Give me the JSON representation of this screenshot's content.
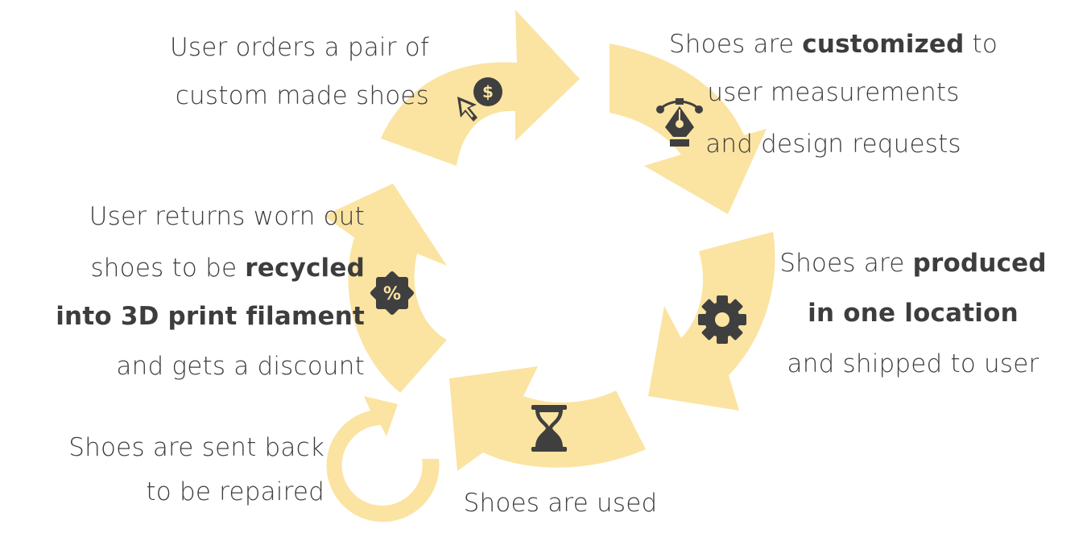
{
  "theme": {
    "arrow_color": "#fbe3a1",
    "icon_color": "#3f3f3f",
    "text_color": "#3d3d3d"
  },
  "steps": [
    {
      "id": "order",
      "icon": "dollar-cursor-icon",
      "lines": [
        [
          {
            "text": "User orders a pair of",
            "bold": false
          }
        ],
        [
          {
            "text": "custom made shoes",
            "bold": false
          }
        ]
      ]
    },
    {
      "id": "customize",
      "icon": "pen-tool-icon",
      "lines": [
        [
          {
            "text": "Shoes are ",
            "bold": false
          },
          {
            "text": "customized",
            "bold": true
          },
          {
            "text": " to",
            "bold": false
          }
        ],
        [
          {
            "text": "user measurements",
            "bold": false
          }
        ],
        [
          {
            "text": "and design requests",
            "bold": false
          }
        ]
      ]
    },
    {
      "id": "produce",
      "icon": "gear-icon",
      "lines": [
        [
          {
            "text": "Shoes are ",
            "bold": false
          },
          {
            "text": "produced",
            "bold": true
          }
        ],
        [
          {
            "text": "in one location",
            "bold": true
          }
        ],
        [
          {
            "text": "and shipped to user",
            "bold": false
          }
        ]
      ]
    },
    {
      "id": "use",
      "icon": "hourglass-icon",
      "lines": [
        [
          {
            "text": "Shoes are used",
            "bold": false
          }
        ]
      ]
    },
    {
      "id": "recycle",
      "icon": "discount-badge-icon",
      "lines": [
        [
          {
            "text": "User returns worn out",
            "bold": false
          }
        ],
        [
          {
            "text": "shoes to be ",
            "bold": false
          },
          {
            "text": "recycled",
            "bold": true
          }
        ],
        [
          {
            "text": "into 3D print filament",
            "bold": true
          }
        ],
        [
          {
            "text": "and gets a discount",
            "bold": false
          }
        ]
      ]
    },
    {
      "id": "repair",
      "icon": "circular-arrow-icon",
      "lines": [
        [
          {
            "text": "Shoes are sent back",
            "bold": false
          }
        ],
        [
          {
            "text": "to be repaired",
            "bold": false
          }
        ]
      ]
    }
  ]
}
